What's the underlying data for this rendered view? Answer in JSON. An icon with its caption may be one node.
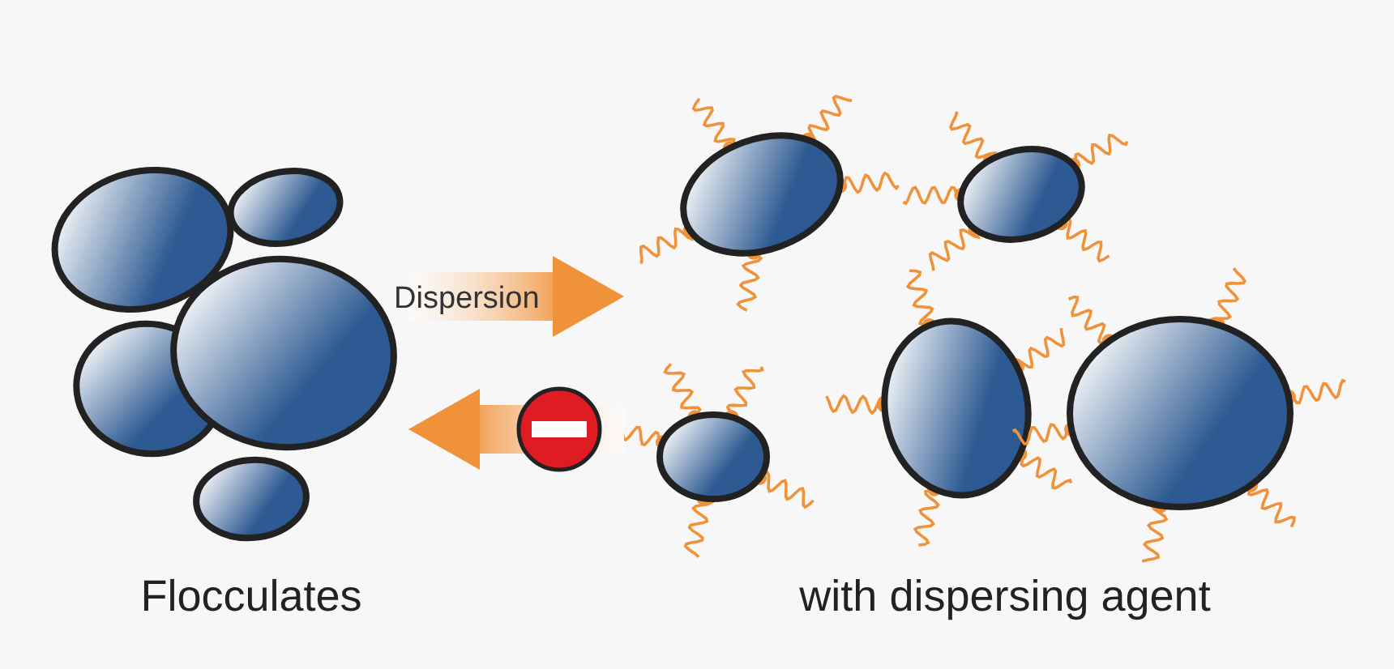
{
  "diagram": {
    "nodes": [
      {
        "text": [],
        "shape": "picture",
        "beside": [
          "Flocculates"
        ]
      },
      {
        "text": [],
        "shape": "picture",
        "beside": [
          "with dispersing agent"
        ]
      }
    ],
    "edges": [
      {
        "from": 0,
        "to": 1,
        "arrow": "to",
        "label": "Dispersion"
      },
      {
        "from": 1,
        "to": 0,
        "arrow": "to"
      }
    ]
  }
}
